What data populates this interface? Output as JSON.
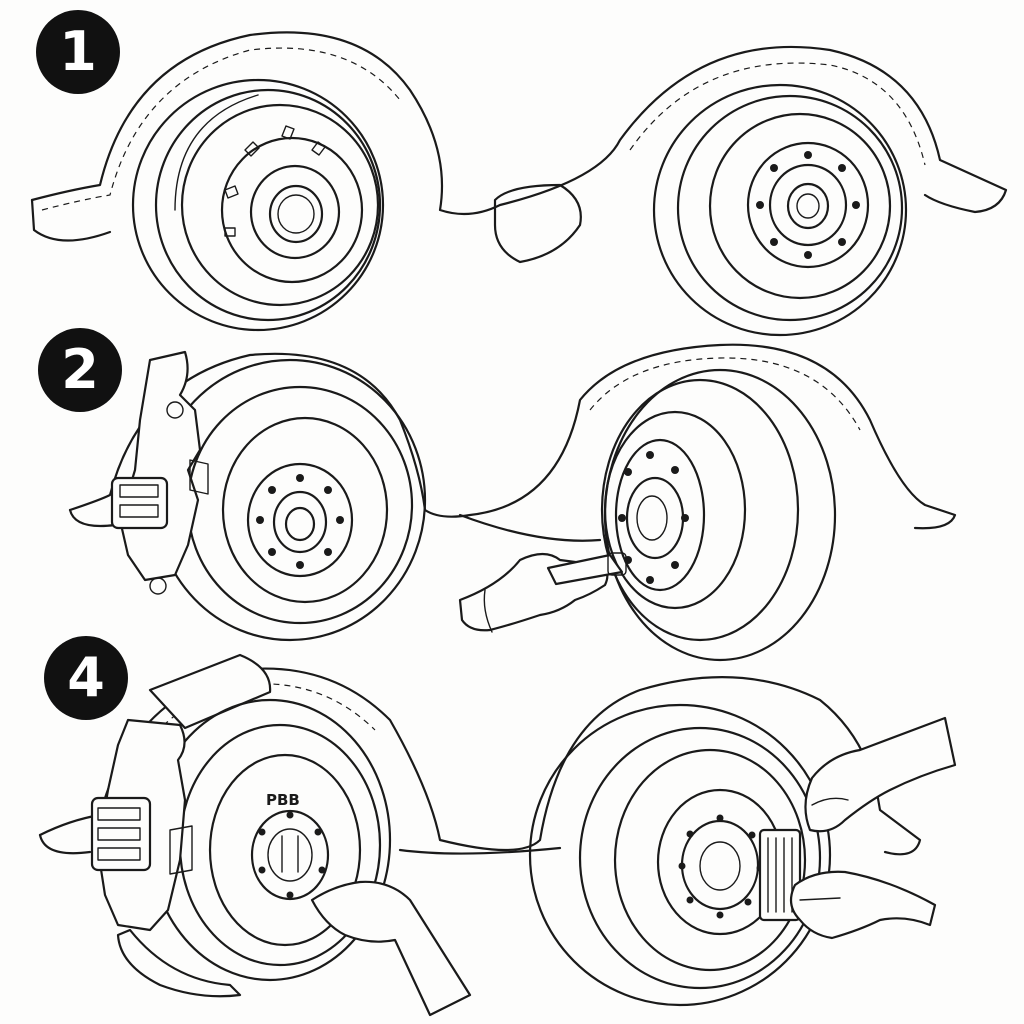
{
  "steps": [
    {
      "number": "1"
    },
    {
      "number": "2"
    },
    {
      "number": "4"
    }
  ],
  "rotor_marking": "PBB",
  "colors": {
    "ink": "#1a1a1a",
    "badge": "#111111",
    "paper": "#fdfdfc"
  },
  "icons": [
    "wheel-hub-icon",
    "brake-caliper-icon",
    "hand-icon",
    "wrench-tool-icon"
  ]
}
